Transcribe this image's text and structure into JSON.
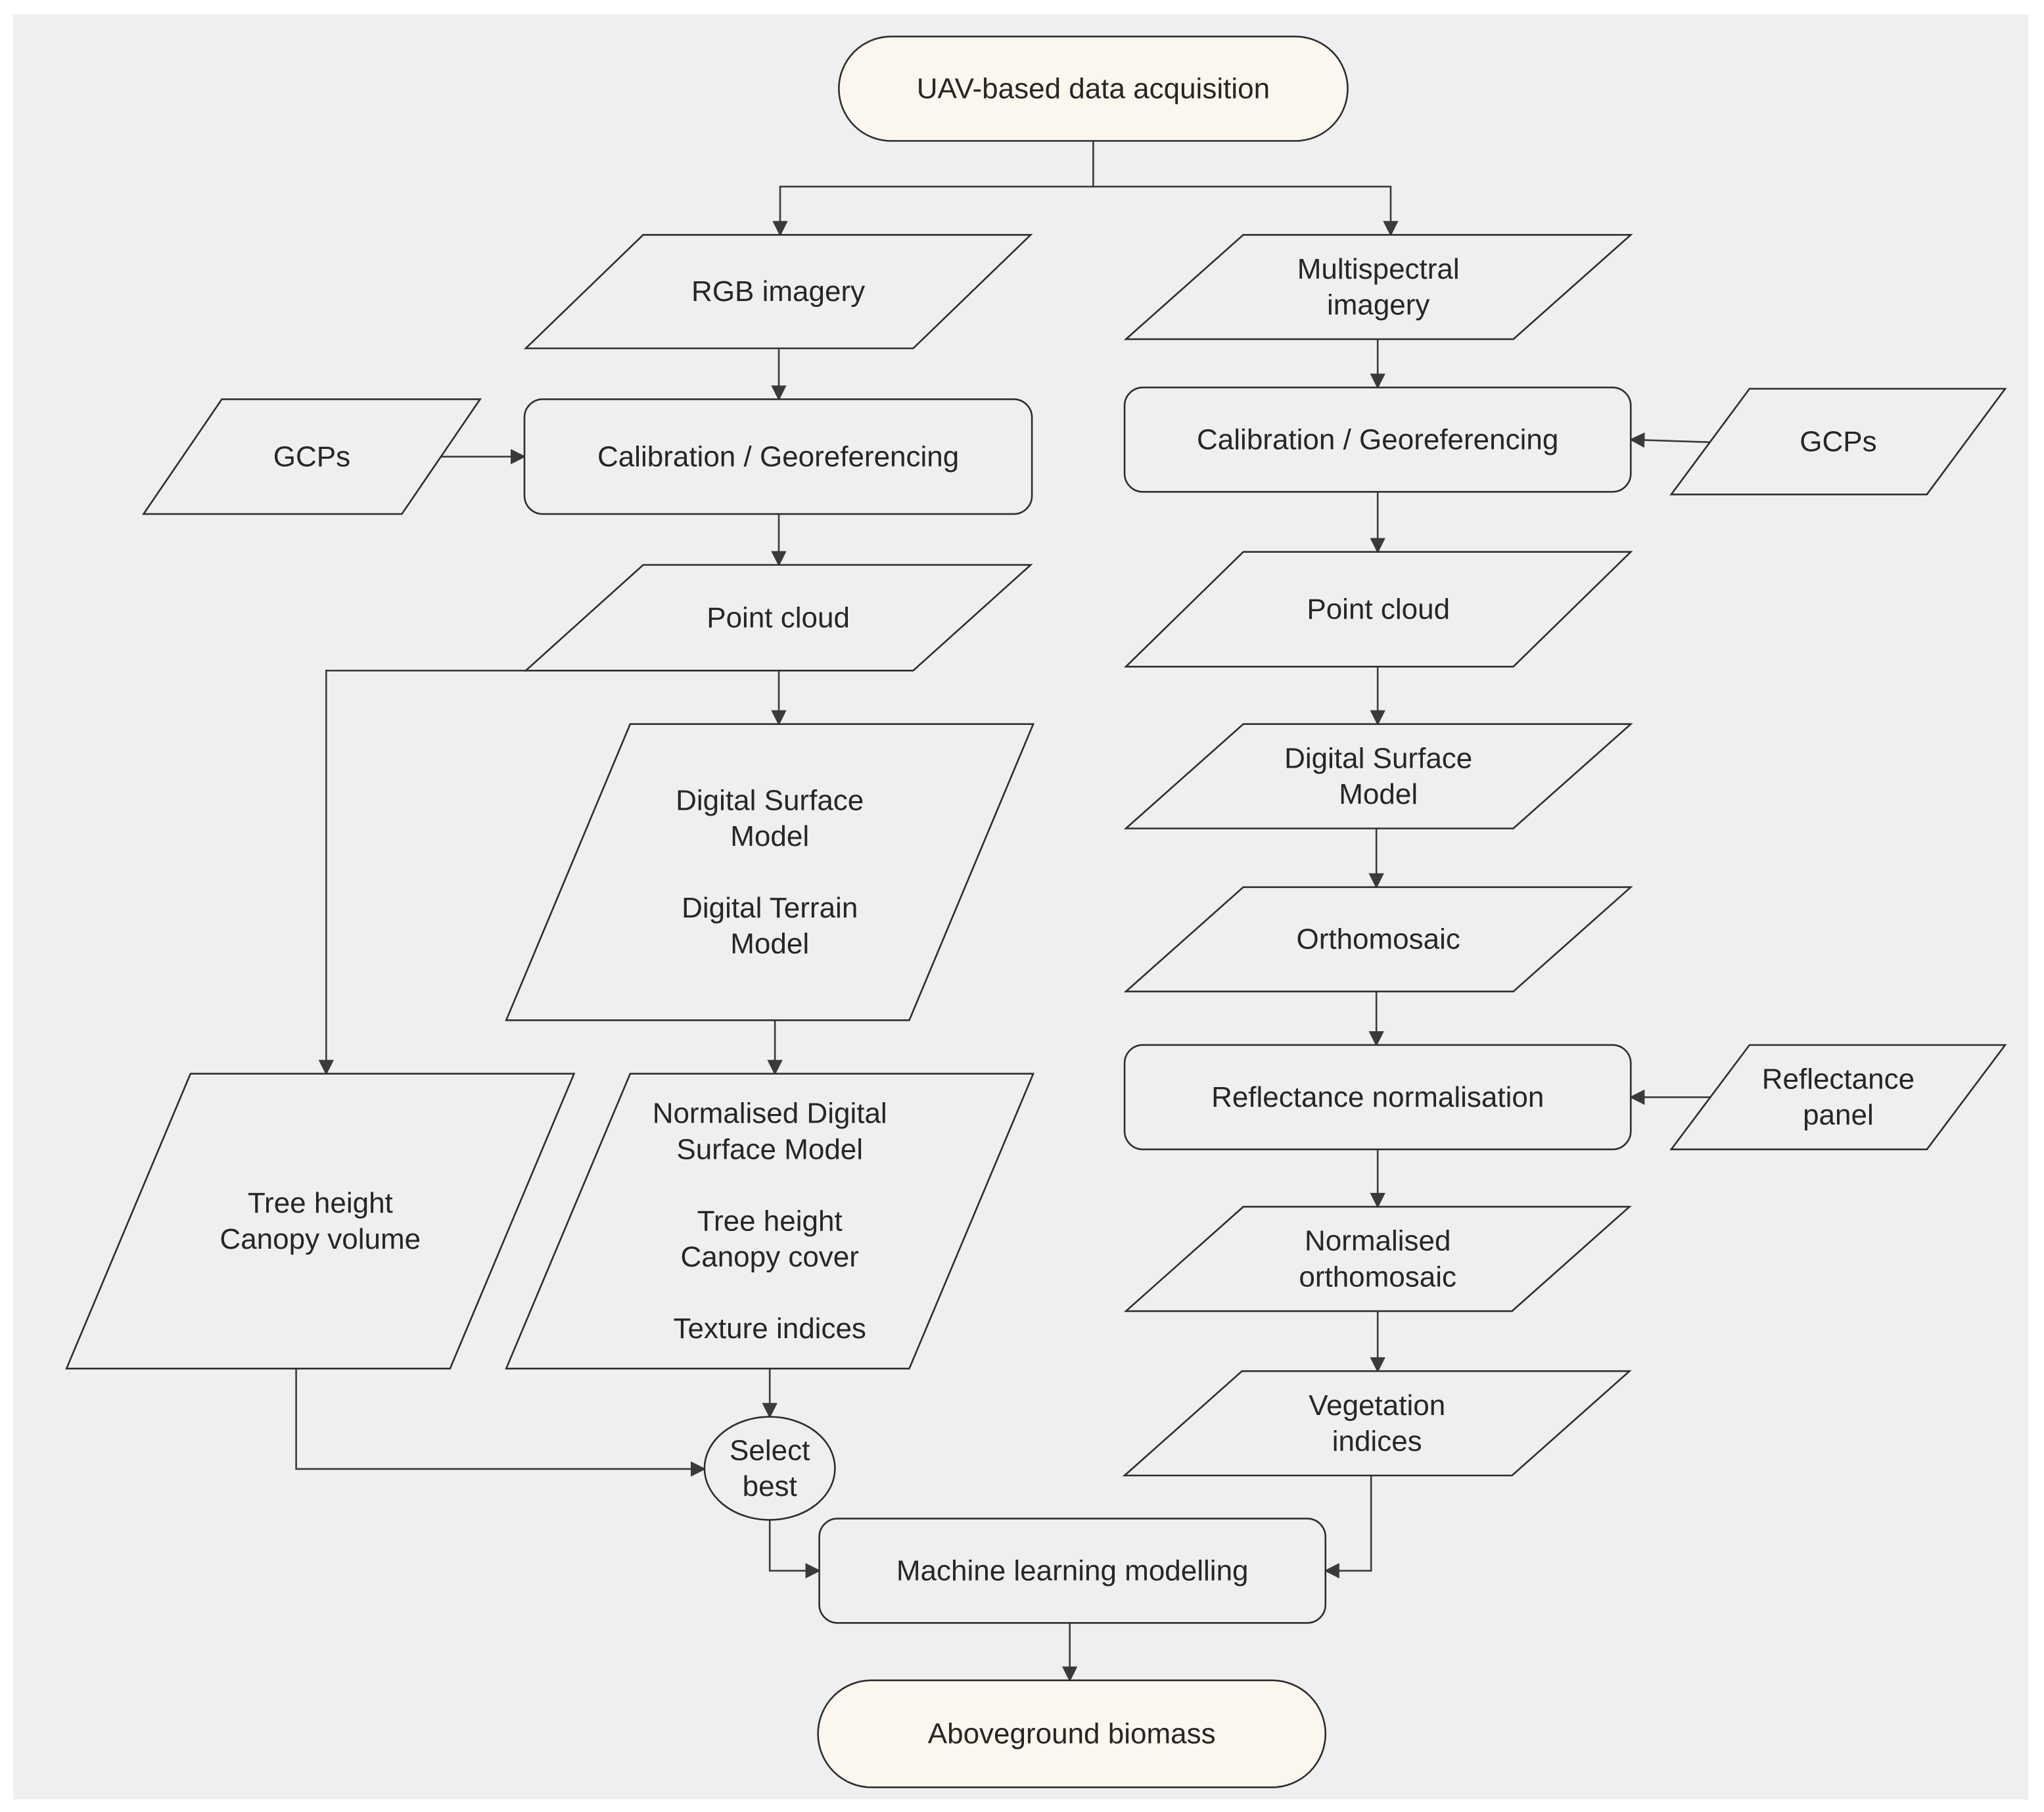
{
  "colors": {
    "background": "#ffffff",
    "canvas": "#efefef",
    "shape_fill": "#efefef",
    "terminal_fill": "#fbf7ef",
    "stroke": "#2e2e2e",
    "text": "#262626"
  },
  "nodes": [
    {
      "id": "uav",
      "shape": "terminal",
      "lines": [
        "UAV-based data acquisition"
      ]
    },
    {
      "id": "rgb",
      "shape": "data",
      "lines": [
        "RGB imagery"
      ]
    },
    {
      "id": "ms",
      "shape": "data",
      "lines": [
        "Multispectral",
        "imagery"
      ]
    },
    {
      "id": "gcp_l",
      "shape": "data",
      "lines": [
        "GCPs"
      ]
    },
    {
      "id": "cal_l",
      "shape": "process",
      "lines": [
        "Calibration / Georeferencing"
      ]
    },
    {
      "id": "cal_r",
      "shape": "process",
      "lines": [
        "Calibration / Georeferencing"
      ]
    },
    {
      "id": "gcp_r",
      "shape": "data",
      "lines": [
        "GCPs"
      ]
    },
    {
      "id": "pc_l",
      "shape": "data",
      "lines": [
        "Point cloud"
      ]
    },
    {
      "id": "pc_r",
      "shape": "data",
      "lines": [
        "Point cloud"
      ]
    },
    {
      "id": "dsm_l",
      "shape": "data",
      "lines": [
        "Digital Surface",
        "Model",
        "",
        "Digital Terrain",
        "Model"
      ]
    },
    {
      "id": "dsm_r",
      "shape": "data",
      "lines": [
        "Digital Surface",
        "Model"
      ]
    },
    {
      "id": "ortho",
      "shape": "data",
      "lines": [
        "Orthomosaic"
      ]
    },
    {
      "id": "tree",
      "shape": "data",
      "lines": [
        "Tree height",
        "Canopy volume"
      ]
    },
    {
      "id": "ndsm",
      "shape": "data",
      "lines": [
        "Normalised Digital",
        "Surface Model",
        "",
        "Tree height",
        "Canopy cover",
        "",
        "Texture indices"
      ]
    },
    {
      "id": "refl",
      "shape": "process",
      "lines": [
        "Reflectance normalisation"
      ]
    },
    {
      "id": "panel",
      "shape": "data",
      "lines": [
        "Reflectance",
        "panel"
      ]
    },
    {
      "id": "northo",
      "shape": "data",
      "lines": [
        "Normalised",
        "orthomosaic"
      ]
    },
    {
      "id": "veg",
      "shape": "data",
      "lines": [
        "Vegetation",
        "indices"
      ]
    },
    {
      "id": "sel",
      "shape": "ellipse",
      "lines": [
        "Select",
        "best"
      ]
    },
    {
      "id": "ml",
      "shape": "process",
      "lines": [
        "Machine learning modelling"
      ]
    },
    {
      "id": "agb",
      "shape": "terminal",
      "lines": [
        "Aboveground biomass"
      ]
    }
  ],
  "edges": [
    {
      "from": "uav",
      "to": "rgb"
    },
    {
      "from": "uav",
      "to": "ms"
    },
    {
      "from": "rgb",
      "to": "cal_l"
    },
    {
      "from": "gcp_l",
      "to": "cal_l"
    },
    {
      "from": "cal_l",
      "to": "pc_l"
    },
    {
      "from": "pc_l",
      "to": "dsm_l"
    },
    {
      "from": "pc_l",
      "to": "tree"
    },
    {
      "from": "dsm_l",
      "to": "ndsm"
    },
    {
      "from": "ndsm",
      "to": "sel"
    },
    {
      "from": "tree",
      "to": "sel"
    },
    {
      "from": "sel",
      "to": "ml"
    },
    {
      "from": "ms",
      "to": "cal_r"
    },
    {
      "from": "gcp_r",
      "to": "cal_r"
    },
    {
      "from": "cal_r",
      "to": "pc_r"
    },
    {
      "from": "pc_r",
      "to": "dsm_r"
    },
    {
      "from": "dsm_r",
      "to": "ortho"
    },
    {
      "from": "ortho",
      "to": "refl"
    },
    {
      "from": "panel",
      "to": "refl"
    },
    {
      "from": "refl",
      "to": "northo"
    },
    {
      "from": "northo",
      "to": "veg"
    },
    {
      "from": "veg",
      "to": "ml"
    },
    {
      "from": "ml",
      "to": "agb"
    }
  ]
}
